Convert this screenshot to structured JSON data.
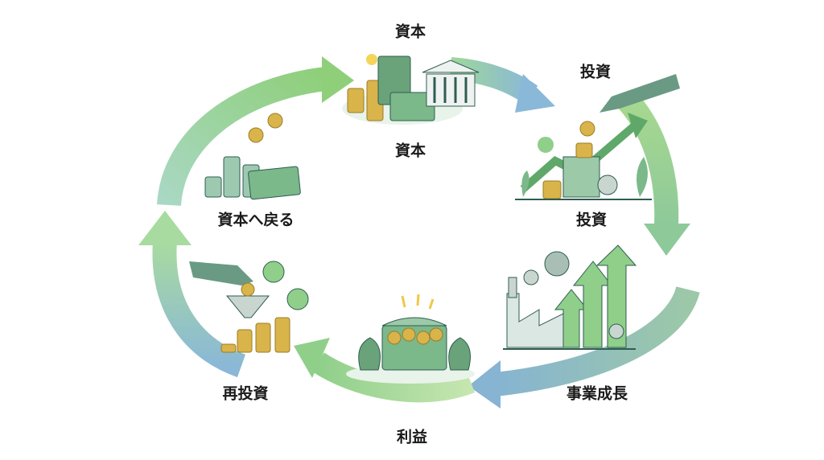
{
  "labels": {
    "capital_top": "資本",
    "capital_sub": "資本",
    "investment_top": "投資",
    "investment_sub": "投資",
    "business_growth": "事業成長",
    "profit": "利益",
    "reinvestment": "再投資",
    "return_to_capital": "資本へ戻る"
  },
  "colors": {
    "green": "#8fcf8a",
    "blue": "#8fb8d6",
    "coin": "#d9b44a",
    "cash": "#5b9a6a",
    "accent_dark": "#2f5d50"
  }
}
